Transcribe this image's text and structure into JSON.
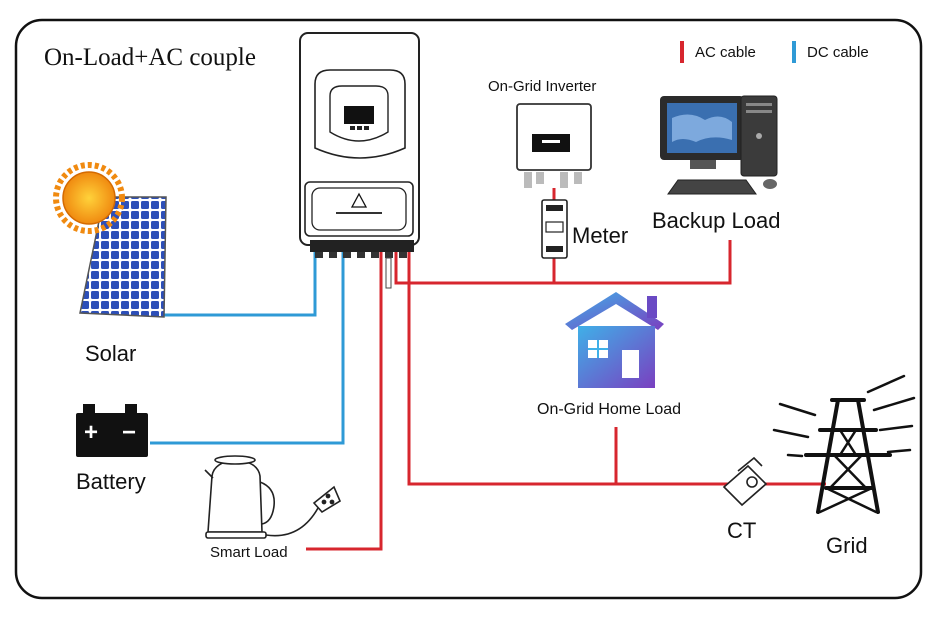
{
  "title": "On-Load+AC couple",
  "legend": {
    "ac_label": "AC cable",
    "dc_label": "DC cable",
    "ac_color": "#d7262e",
    "dc_color": "#2f9ad6"
  },
  "components": {
    "solar": "Solar",
    "battery": "Battery",
    "smart_load": "Smart Load",
    "on_grid_inverter": "On-Grid Inverter",
    "meter": "Meter",
    "backup_load": "Backup Load",
    "home_load": "On-Grid Home Load",
    "ct": "CT",
    "grid": "Grid"
  },
  "icons": {
    "battery_plus": "+",
    "battery_minus": "−"
  }
}
